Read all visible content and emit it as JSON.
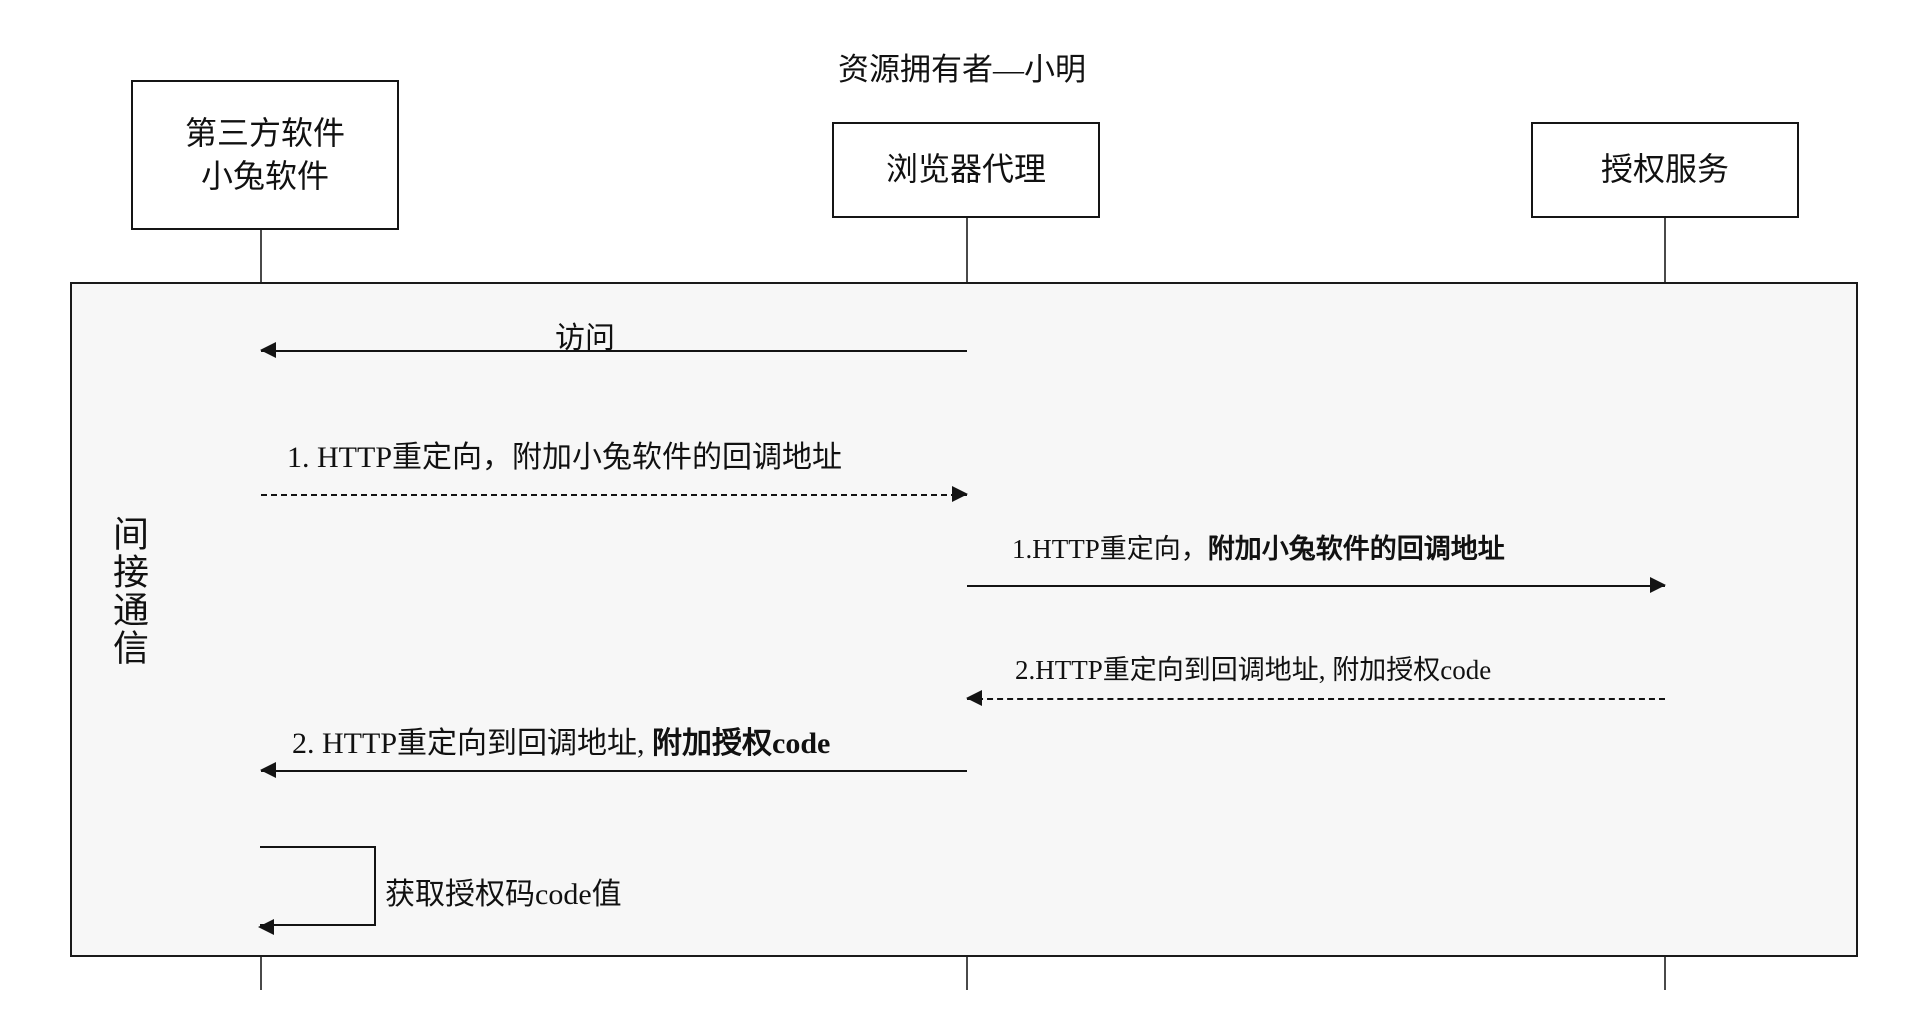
{
  "diagram": {
    "title_note": "资源拥有者—小明",
    "fragment_label": "间接通信",
    "colors": {
      "stroke": "#141414",
      "lifeline": "#4a4a4a",
      "frame_fill": "#f7f7f7",
      "background": "#ffffff",
      "text": "#111111"
    }
  },
  "participants": [
    {
      "id": "third-party-software",
      "line1": "第三方软件",
      "line2": "小兔软件"
    },
    {
      "id": "browser-agent",
      "line1": "浏览器代理",
      "line2": ""
    },
    {
      "id": "auth-service",
      "line1": "授权服务",
      "line2": ""
    }
  ],
  "messages": [
    {
      "id": "visit",
      "label_plain": "访问",
      "label_bold": "",
      "from": "browser-agent",
      "to": "third-party-software",
      "style": "solid",
      "direction": "left"
    },
    {
      "id": "redirect-1-left",
      "label_plain": "1.  HTTP重定向，附加小兔软件的回调地址",
      "label_bold": "",
      "from": "third-party-software",
      "to": "browser-agent",
      "style": "dashed",
      "direction": "right"
    },
    {
      "id": "redirect-1-right",
      "label_plain": "1.HTTP重定向，",
      "label_bold": "附加小兔软件的回调地址",
      "from": "browser-agent",
      "to": "auth-service",
      "style": "solid",
      "direction": "right"
    },
    {
      "id": "redirect-2-right",
      "label_plain": "2.HTTP重定向到回调地址, 附加授权code",
      "label_bold": "",
      "from": "auth-service",
      "to": "browser-agent",
      "style": "dashed",
      "direction": "left"
    },
    {
      "id": "redirect-2-left",
      "label_plain": "2.  HTTP重定向到回调地址, ",
      "label_bold": "附加授权code",
      "from": "browser-agent",
      "to": "third-party-software",
      "style": "solid",
      "direction": "left"
    }
  ],
  "self_message": {
    "id": "get-auth-code",
    "label": "获取授权码code值",
    "on": "third-party-software"
  }
}
